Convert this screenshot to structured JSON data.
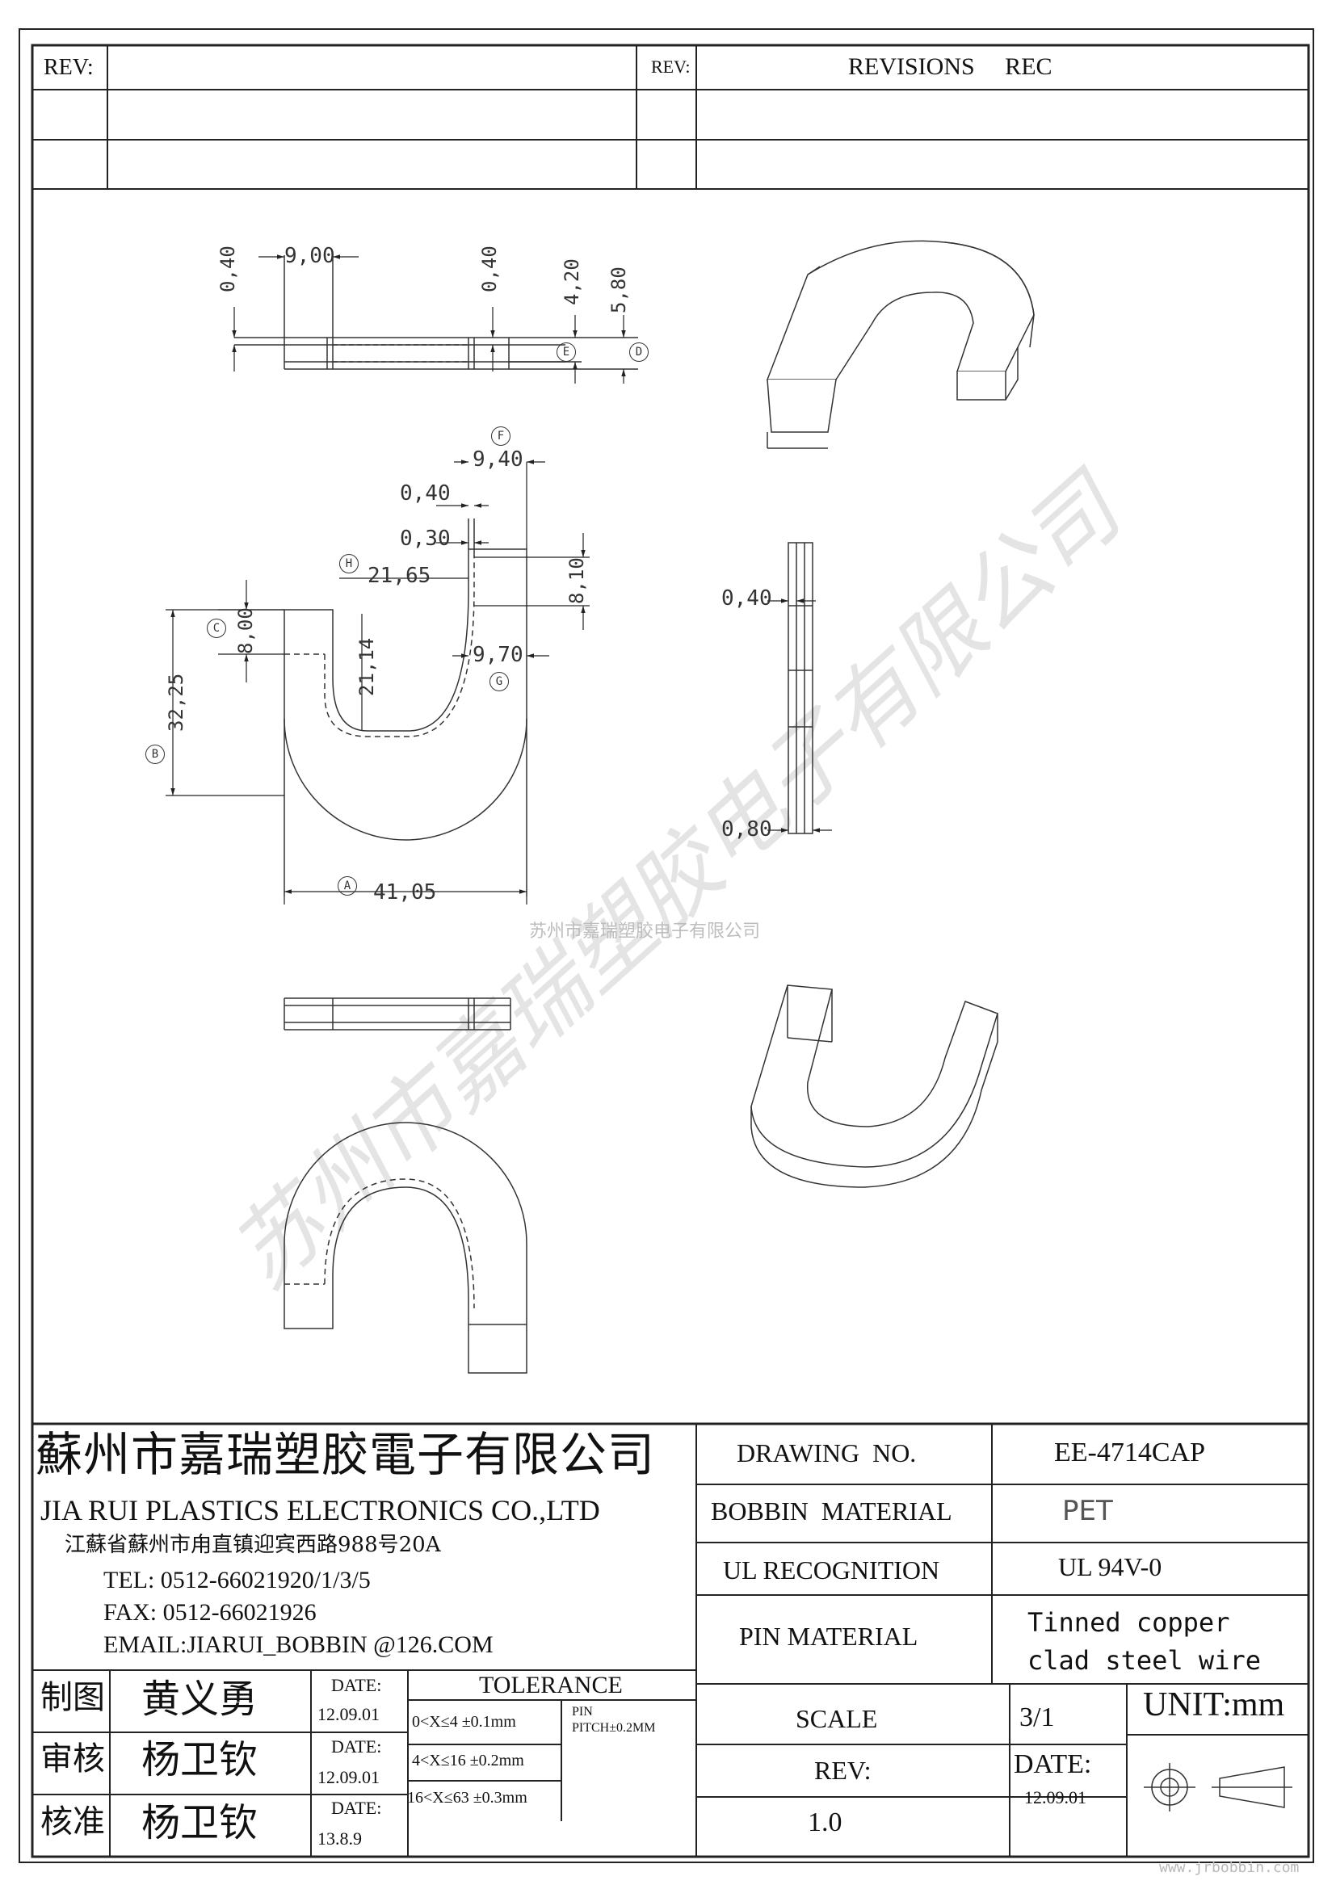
{
  "header": {
    "rev_label_left": "REV:",
    "rev_label_mid": "REV:",
    "revisions_title": "REVISIONS     REC"
  },
  "dimensions": {
    "top_view": [
      "0,40",
      "9,00",
      "0,40",
      "4,20",
      "5,80"
    ],
    "front_view": [
      "9,40",
      "0,40",
      "0,30",
      "21,65",
      "8,10",
      "8,00",
      "21,14",
      "9,70",
      "32,25",
      "41,05"
    ],
    "side_view": [
      "0,40",
      "0,80"
    ]
  },
  "markers": [
    "A",
    "B",
    "C",
    "D",
    "E",
    "F",
    "G",
    "H"
  ],
  "watermark": {
    "company_small": "苏州市嘉瑞塑胶电子有限公司",
    "url": "www.jrbobbin.com"
  },
  "title_block": {
    "company_cn": "蘇州市嘉瑞塑胶電子有限公司",
    "company_en": "JIA RUI PLASTICS ELECTRONICS CO.,LTD",
    "address": "江蘇省蘇州市甪直镇迎宾西路988号20A",
    "tel": "TEL: 0512-66021920/1/3/5",
    "fax": "FAX: 0512-66021926",
    "email": "EMAIL:JIARUI_BOBBIN @126.COM",
    "drawing_no_label": "DRAWING  NO.",
    "drawing_no": "EE-4714CAP",
    "bobbin_material_label": "BOBBIN  MATERIAL",
    "bobbin_material": "PET",
    "ul_label": "UL RECOGNITION",
    "ul_value": "UL 94V-0",
    "pin_material_label": "PIN MATERIAL",
    "pin_material_1": "Tinned copper",
    "pin_material_2": "clad steel wire",
    "drawn_label": "制图",
    "drawn_by": "黄义勇",
    "checked_label": "审核",
    "checked_by": "杨卫钦",
    "approved_label": "核准",
    "approved_by": "杨卫钦",
    "date_label": "DATE:",
    "date_drawn": "12.09.01",
    "date_checked": "12.09.01",
    "date_approved": "13.8.9",
    "tolerance_label": "TOLERANCE",
    "tol_1": "0<X≤4  ±0.1mm",
    "tol_2": "4<X≤16 ±0.2mm",
    "tol_3": "16<X≤63 ±0.3mm",
    "pin_label": "PIN",
    "pin_pitch": "PITCH±0.2MM",
    "scale_label": "SCALE",
    "scale_value": "3/1",
    "unit": "UNIT:mm",
    "rev_label": "REV:",
    "rev_value": "1.0",
    "date_label_big": "DATE:",
    "date_value": "12.09.01"
  }
}
